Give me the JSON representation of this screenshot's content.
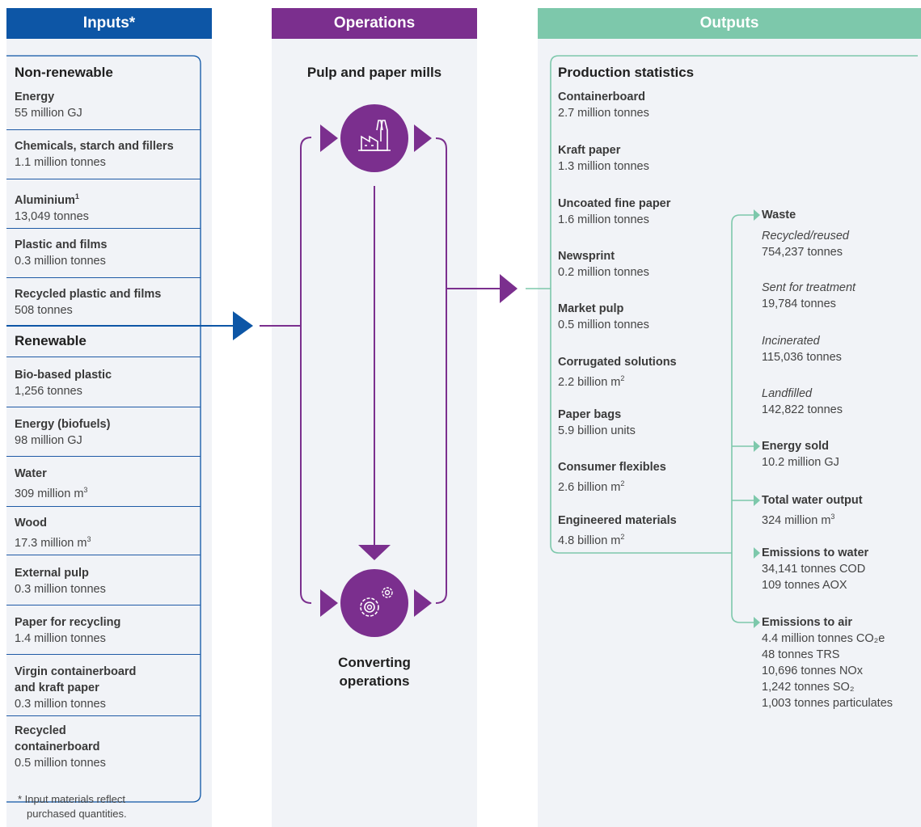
{
  "columns": {
    "inputs": "Inputs*",
    "operations": "Operations",
    "outputs": "Outputs"
  },
  "colors": {
    "inputs": "#0d56a6",
    "operations": "#7b2f8e",
    "outputs": "#7dc8ab"
  },
  "inputs": {
    "non_renewable_heading": "Non-renewable",
    "non_renewable": [
      {
        "title": "Energy",
        "value": "55 million GJ"
      },
      {
        "title": "Chemicals, starch and fillers",
        "value": "1.1 million tonnes"
      },
      {
        "title": "Aluminium",
        "title_sup": "1",
        "value": "13,049 tonnes"
      },
      {
        "title": "Plastic and films",
        "value": "0.3 million tonnes"
      },
      {
        "title": "Recycled plastic and films",
        "value": "508 tonnes"
      }
    ],
    "renewable_heading": "Renewable",
    "renewable": [
      {
        "title": "Bio-based plastic",
        "value": "1,256 tonnes"
      },
      {
        "title": "Energy (biofuels)",
        "value": "98 million GJ"
      },
      {
        "title": "Water",
        "value": "309 million m",
        "value_sup": "3"
      },
      {
        "title": "Wood",
        "value": "17.3 million m",
        "value_sup": "3"
      },
      {
        "title": "External pulp",
        "value": "0.3 million tonnes"
      },
      {
        "title": "Paper for recycling",
        "value": "1.4 million tonnes"
      },
      {
        "title_line1": "Virgin containerboard",
        "title_line2": "and kraft paper",
        "value": "0.3 million tonnes"
      },
      {
        "title_line1": "Recycled",
        "title_line2": "containerboard",
        "value": "0.5 million tonnes"
      }
    ],
    "footnote_line1": "* Input materials reflect",
    "footnote_line2": "purchased quantities."
  },
  "operations": {
    "mills_label": "Pulp and paper mills",
    "converting_line1": "Converting",
    "converting_line2": "operations",
    "mill_icon": "factory-icon",
    "converting_icon": "gears-icon"
  },
  "outputs": {
    "production_heading": "Production statistics",
    "production": [
      {
        "title": "Containerboard",
        "value": "2.7 million tonnes"
      },
      {
        "title": "Kraft paper",
        "value": "1.3 million tonnes"
      },
      {
        "title": "Uncoated fine paper",
        "value": "1.6 million tonnes"
      },
      {
        "title": "Newsprint",
        "value": "0.2 million tonnes"
      },
      {
        "title": "Market pulp",
        "value": "0.5 million tonnes"
      },
      {
        "title": "Corrugated solutions",
        "value": "2.2 billion m",
        "value_sup": "2"
      },
      {
        "title": "Paper bags",
        "value": "5.9 billion units"
      },
      {
        "title": "Consumer flexibles",
        "value": "2.6 billion m",
        "value_sup": "2"
      },
      {
        "title": "Engineered materials",
        "value": "4.8 billion m",
        "value_sup": "2"
      }
    ],
    "waste": {
      "title": "Waste",
      "items": [
        {
          "label": "Recycled/reused",
          "value": "754,237 tonnes"
        },
        {
          "label": "Sent for treatment",
          "value": "19,784 tonnes"
        },
        {
          "label": "Incinerated",
          "value": "115,036 tonnes"
        },
        {
          "label": "Landfilled",
          "value": "142,822 tonnes"
        }
      ]
    },
    "energy_sold": {
      "title": "Energy sold",
      "value": "10.2 million GJ"
    },
    "water_output": {
      "title": "Total water output",
      "value": "324 million m",
      "value_sup": "3"
    },
    "emissions_water": {
      "title": "Emissions to water",
      "line1": "34,141 tonnes COD",
      "line2": "109 tonnes AOX"
    },
    "emissions_air": {
      "title": "Emissions to air",
      "line1": "4.4 million tonnes CO₂e",
      "line2": "48 tonnes TRS",
      "line3": "10,696 tonnes NOx",
      "line4": "1,242 tonnes SO₂",
      "line5": "1,003 tonnes particulates"
    }
  }
}
